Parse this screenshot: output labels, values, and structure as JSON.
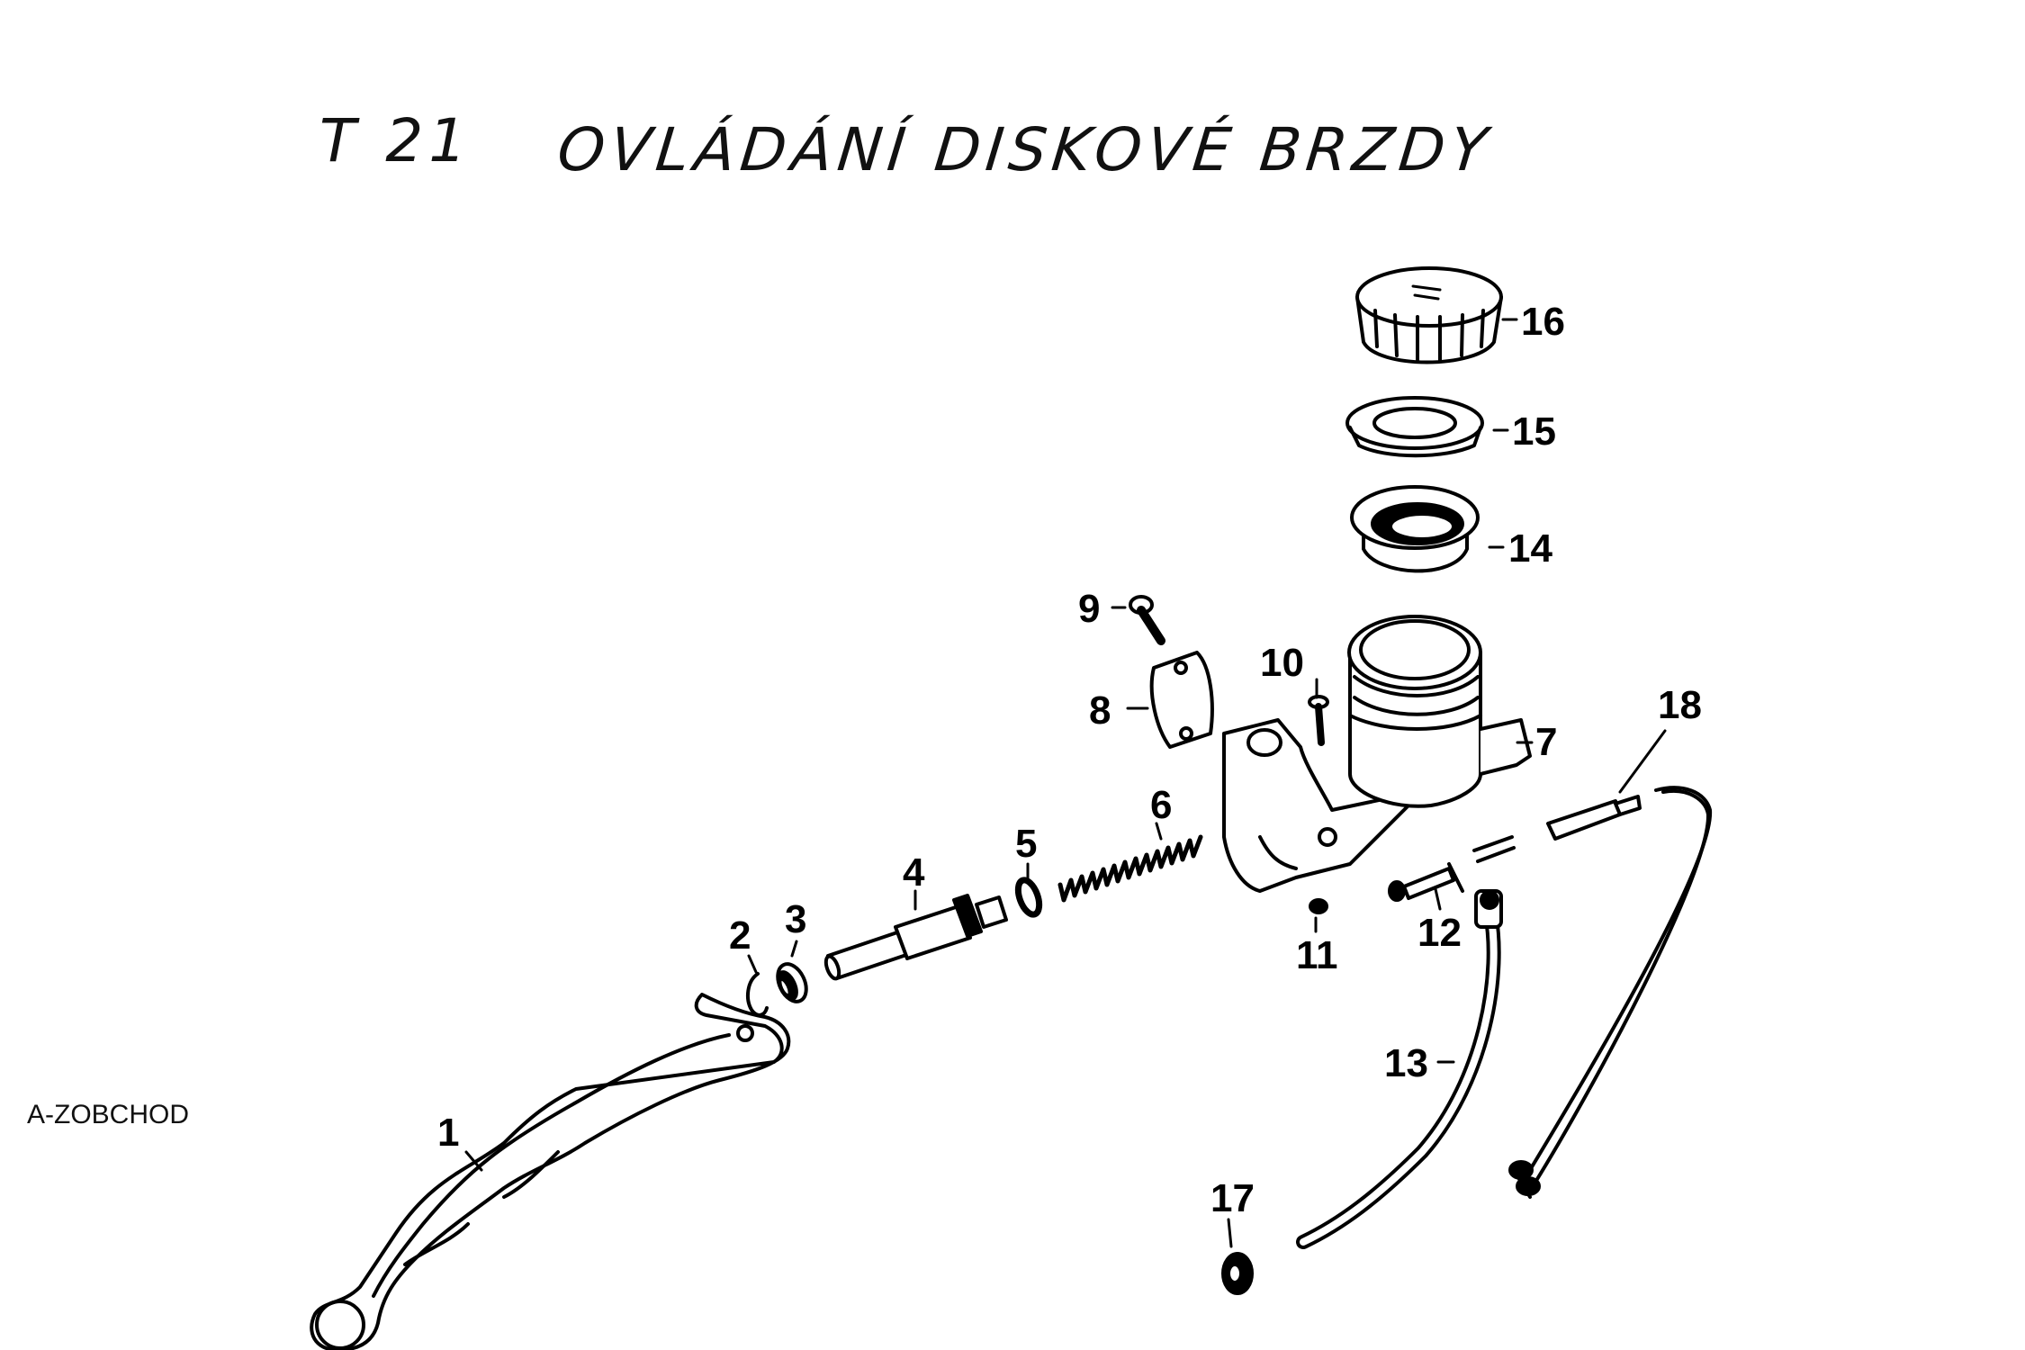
{
  "title": {
    "code": "T 21",
    "text": "OVLÁDÁNÍ DISKOVÉ BRZDY"
  },
  "watermark": "A-ZOBCHOD",
  "parts": [
    {
      "number": "1",
      "icon": "brake-lever-icon"
    },
    {
      "number": "2",
      "icon": "circlip-icon"
    },
    {
      "number": "3",
      "icon": "seal-ring-icon"
    },
    {
      "number": "4",
      "icon": "piston-icon"
    },
    {
      "number": "5",
      "icon": "o-ring-icon"
    },
    {
      "number": "6",
      "icon": "spring-icon"
    },
    {
      "number": "7",
      "icon": "master-cylinder-icon"
    },
    {
      "number": "8",
      "icon": "clamp-icon"
    },
    {
      "number": "9",
      "icon": "screw-icon"
    },
    {
      "number": "10",
      "icon": "pin-icon"
    },
    {
      "number": "11",
      "icon": "nut-icon"
    },
    {
      "number": "12",
      "icon": "valve-icon"
    },
    {
      "number": "13",
      "icon": "hose-icon"
    },
    {
      "number": "14",
      "icon": "diaphragm-icon"
    },
    {
      "number": "15",
      "icon": "plate-icon"
    },
    {
      "number": "16",
      "icon": "reservoir-cap-icon"
    },
    {
      "number": "17",
      "icon": "washer-icon"
    },
    {
      "number": "18",
      "icon": "switch-cable-icon"
    }
  ]
}
